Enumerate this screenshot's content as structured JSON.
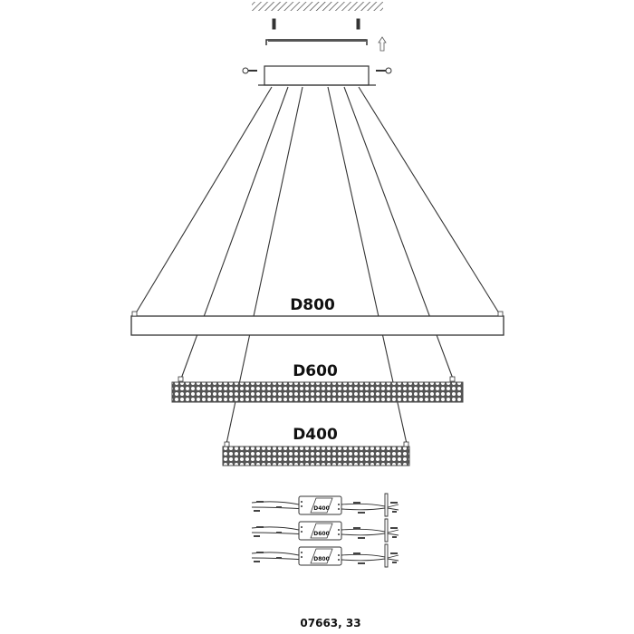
{
  "rings": [
    {
      "id": "d800",
      "label": "D800",
      "style": "plain"
    },
    {
      "id": "d600",
      "label": "D600",
      "style": "mesh"
    },
    {
      "id": "d400",
      "label": "D400",
      "style": "mesh"
    }
  ],
  "drivers": [
    {
      "label": "D400"
    },
    {
      "label": "D600"
    },
    {
      "label": "D800"
    }
  ],
  "footer": {
    "code": "07663, 33"
  },
  "colors": {
    "line": "#333333",
    "text": "#111111"
  }
}
